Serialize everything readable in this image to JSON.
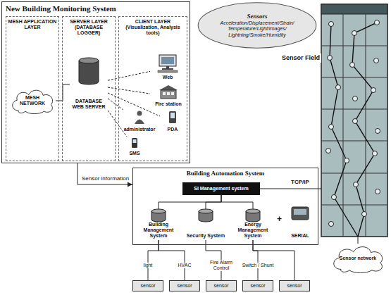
{
  "diagram": {
    "nodes": [
      {
        "text": [
          "New Building Monitoring System"
        ]
      },
      {
        "text": [
          "MESH APPLICATION LAYER"
        ],
        "in": 0
      },
      {
        "text": [
          "SERVER LAYER (DATABASE LOGGER)"
        ],
        "in": 0
      },
      {
        "text": [
          "CLIENT LAYER (Visualization, Analysis tools)"
        ],
        "in": 0
      },
      {
        "text": [
          "MESH NETWORK"
        ],
        "in": 1
      },
      {
        "text": [
          "DATABASE WEB SERVER"
        ],
        "in": 2
      },
      {
        "text": [
          "Web"
        ],
        "in": 3
      },
      {
        "text": [
          "Fire station"
        ],
        "in": 3
      },
      {
        "text": [
          "administrator"
        ],
        "in": 3
      },
      {
        "text": [
          "PDA"
        ],
        "in": 3
      },
      {
        "text": [
          "SMS"
        ],
        "in": 3
      },
      {
        "text": [
          "Sensors",
          "Acceleration/Displacement/Strain/ Temperature/Light/Images/ Lightning/Smoke/Humidity"
        ]
      },
      {
        "text": [
          "Sensor Field"
        ]
      },
      {
        "text": [
          "Sensor network"
        ]
      },
      {
        "text": [
          "Building Automation System"
        ]
      },
      {
        "text": [
          "SI Management system"
        ],
        "in": 14
      },
      {
        "text": [
          "Building Management System"
        ],
        "in": 14
      },
      {
        "text": [
          "Security System"
        ],
        "in": 14
      },
      {
        "text": [
          "Energy Management System"
        ],
        "in": 14
      },
      {
        "text": [
          "SERIAL"
        ],
        "in": 14
      },
      {
        "text": [
          "sensor"
        ]
      },
      {
        "text": [
          "sensor"
        ]
      },
      {
        "text": [
          "sensor"
        ]
      },
      {
        "text": [
          "sensor"
        ]
      },
      {
        "text": [
          "sensor"
        ]
      }
    ],
    "edges": [
      {
        "from": 4,
        "to": 5,
        "arrow": "none"
      },
      {
        "from": 5,
        "to": 6,
        "arrow": "none"
      },
      {
        "from": 5,
        "to": 7,
        "arrow": "none"
      },
      {
        "from": 5,
        "to": 8,
        "arrow": "none"
      },
      {
        "from": 5,
        "to": 9,
        "arrow": "none"
      },
      {
        "from": 5,
        "to": 10,
        "arrow": "none"
      },
      {
        "from": 0,
        "to": 14,
        "label": "Sensor information",
        "arrow": "to"
      },
      {
        "from": 12,
        "to": 13,
        "arrow": "none"
      },
      {
        "from": 15,
        "to": 12,
        "arrow": "none"
      },
      {
        "from": 15,
        "to": 16,
        "arrow": "none"
      },
      {
        "from": 15,
        "to": 17,
        "arrow": "none"
      },
      {
        "from": 15,
        "to": 18,
        "arrow": "none"
      },
      {
        "from": 16,
        "to": 20,
        "label": "light",
        "arrow": "none"
      },
      {
        "from": 16,
        "to": 21,
        "label": "HVAC",
        "arrow": "none"
      },
      {
        "from": 17,
        "to": 22,
        "label": "Fire Alarm Control",
        "arrow": "none"
      },
      {
        "from": 18,
        "to": 23,
        "label": "Switch / Shunt",
        "arrow": "none"
      },
      {
        "from": 18,
        "to": 24,
        "arrow": "none"
      }
    ],
    "labels": [
      "TCP/IP",
      "+"
    ]
  }
}
